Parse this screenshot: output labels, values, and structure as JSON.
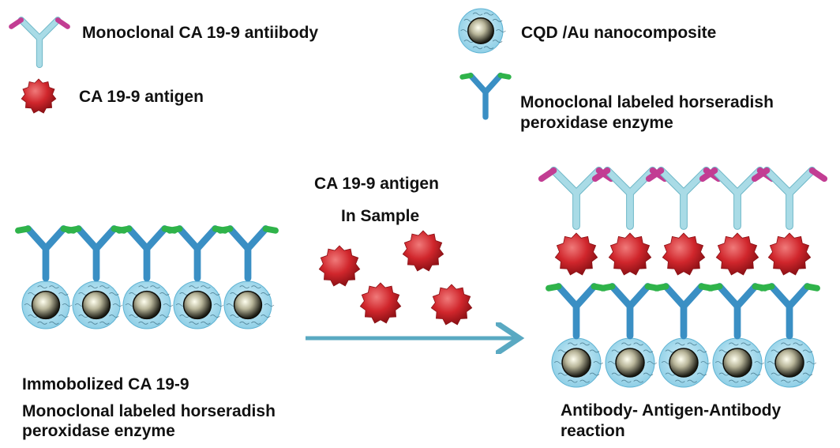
{
  "legend": {
    "capture_antibody": "Monoclonal CA 19-9 antiibody",
    "antigen": "CA 19-9 antigen",
    "nanocomposite": "CQD /Au nanocomposite",
    "hrp_antibody_line1": "Monoclonal labeled horseradish",
    "hrp_antibody_line2": "peroxidase enzyme"
  },
  "left_panel": {
    "caption_line1": "Immobolized CA 19-9",
    "caption_line2": "Monoclonal labeled horseradish",
    "caption_line3": "peroxidase enzyme",
    "units": 5
  },
  "middle_panel": {
    "title_line1": "CA 19-9 antigen",
    "title_line2": "In Sample",
    "antigen_count": 4
  },
  "right_panel": {
    "caption_line1": "Antibody- Antigen-Antibody",
    "caption_line2": "reaction",
    "units": 5
  },
  "colors": {
    "antigen": "#c8202a",
    "hrp_antibody": "#3a8fc4",
    "hrp_tip": "#2fb34a",
    "capture_antibody": "#a9dbe6",
    "capture_tip": "#c23d93",
    "nanocomposite_shell": "#a8dcef",
    "nanocomposite_core": "#2a2a22",
    "arrow": "#5aa9c2"
  }
}
